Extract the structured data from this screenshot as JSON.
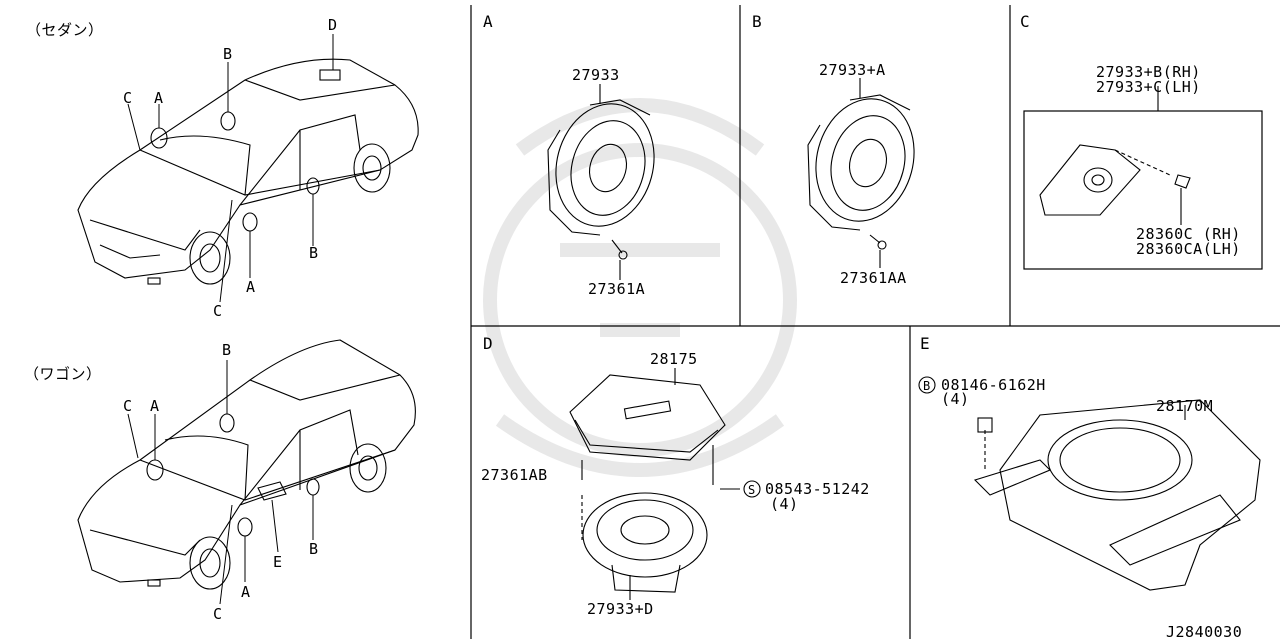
{
  "vehicles": {
    "sedan": {
      "title": "（セダン）",
      "callouts": {
        "A": "A",
        "B1": "B",
        "B2": "B",
        "C1": "C",
        "C2": "C",
        "D": "D",
        "A2": "A"
      }
    },
    "wagon": {
      "title": "（ワゴン）",
      "callouts": {
        "A": "A",
        "B1": "B",
        "B2": "B",
        "C1": "C",
        "C2": "C",
        "A2": "A",
        "E": "E"
      }
    }
  },
  "sections": {
    "A": {
      "letter": "A",
      "speaker": "27933",
      "screw": "27361A"
    },
    "B": {
      "letter": "B",
      "speaker": "27933+A",
      "screw": "27361AA"
    },
    "C": {
      "letter": "C",
      "speaker_rh": "27933+B(RH)",
      "speaker_lh": "27933+C(LH)",
      "screw_rh": "28360C (RH)",
      "screw_lh": "28360CA(LH)"
    },
    "D": {
      "letter": "D",
      "grille": "28175",
      "screw_left": "27361AB",
      "screw_right": "08543-51242",
      "screw_right_marker": "S",
      "screw_right_qty": "(4)",
      "speaker": "27933+D"
    },
    "E": {
      "letter": "E",
      "bolt": "08146-6162H",
      "bolt_marker": "B",
      "bolt_qty": "(4)",
      "subwoofer": "28170M"
    }
  },
  "diagram_code": "J2840030"
}
